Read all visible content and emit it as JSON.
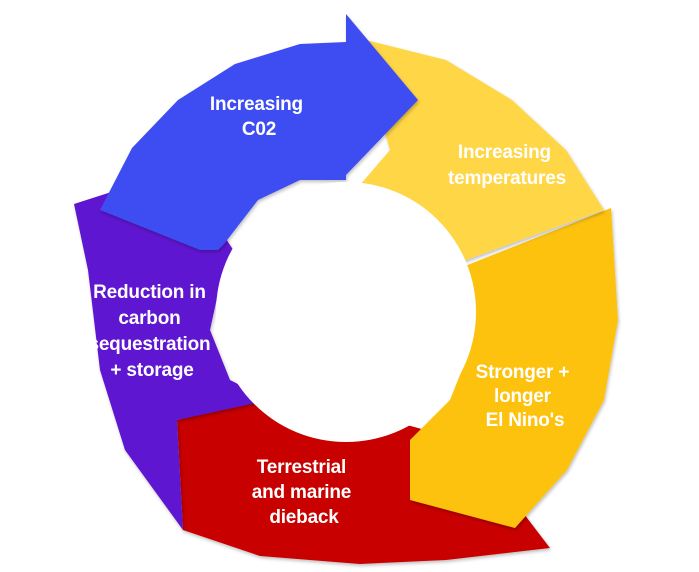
{
  "diagram": {
    "type": "cycle",
    "segments": [
      {
        "id": "co2",
        "lines": [
          "Increasing",
          "C02"
        ],
        "color": "#3D4DF2"
      },
      {
        "id": "temperature",
        "lines": [
          "Increasing",
          "temperatures"
        ],
        "color": "#FFD645"
      },
      {
        "id": "elnino",
        "lines": [
          "Stronger +",
          "longer",
          "El Nino's"
        ],
        "color": "#FCC20E"
      },
      {
        "id": "dieback",
        "lines": [
          "Terrestrial",
          "and marine",
          "dieback"
        ],
        "color": "#C80303"
      },
      {
        "id": "reduction",
        "lines": [
          "Reduction in",
          "carbon",
          "sequestration",
          "+ storage"
        ],
        "color": "#5E12D0"
      }
    ]
  }
}
